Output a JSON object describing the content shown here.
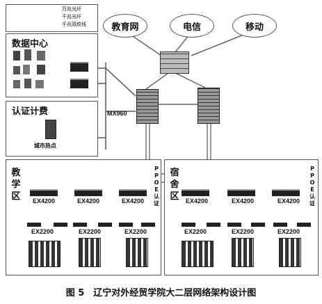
{
  "legend": {
    "items": [
      "万兆光纤",
      "千兆光纤",
      "千兆双绞线"
    ]
  },
  "data_center": {
    "label": "数据中心"
  },
  "auth_billing": {
    "label": "认证计费",
    "hotspot_label": "城市热点"
  },
  "core": {
    "label": "MX960"
  },
  "clouds": [
    "教育网",
    "电信",
    "移动"
  ],
  "zones": {
    "teaching": {
      "label_chars": [
        "教",
        "学",
        "区"
      ],
      "ppoe_chars": [
        "P",
        "P",
        "O",
        "E"
      ],
      "auth_chars": [
        "认",
        "证"
      ],
      "access_switch": "EX4200",
      "edge_switch": "EX2200"
    },
    "dorm": {
      "label_chars": [
        "宿",
        "舍",
        "区"
      ],
      "ppoe_chars": [
        "P",
        "P",
        "O",
        "E"
      ],
      "auth_chars": [
        "认",
        "证"
      ],
      "access_switch": "EX4200",
      "edge_switch": "EX2200"
    }
  },
  "caption": "图 5　辽宁对外经贸学院大二层网络架构设计图"
}
